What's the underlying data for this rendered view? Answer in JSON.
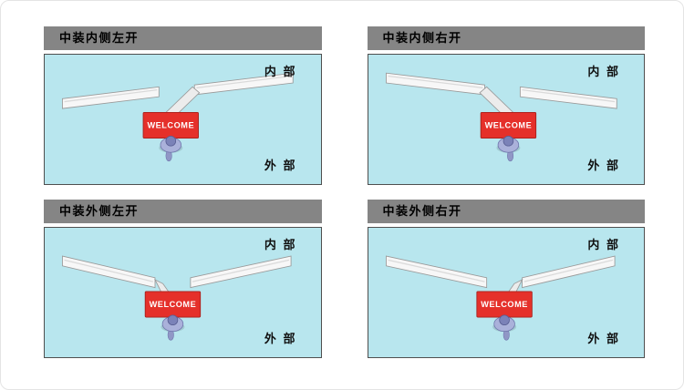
{
  "app": {
    "background": "#ffffff",
    "frame_border_color": "#e4e4e4"
  },
  "colors": {
    "header_bg": "#858585",
    "header_text": "#000000",
    "diagram_bg": "#b8e6ee",
    "diagram_border": "#4f4f4f",
    "door_fill": "#f7f7f7",
    "door_edge": "#9a9a9a",
    "mat_fill": "#e5302a",
    "mat_text_color": "#ffffff",
    "person_body": "#aab1da",
    "person_head": "#7b82b8"
  },
  "panels": [
    {
      "title": "中装内侧左开",
      "inner_label": "内 部",
      "outer_label": "外 部",
      "mat_text": "WELCOME",
      "variant": "inner-left"
    },
    {
      "title": "中装内侧右开",
      "inner_label": "内 部",
      "outer_label": "外 部",
      "mat_text": "WELCOME",
      "variant": "inner-right"
    },
    {
      "title": "中装外侧左开",
      "inner_label": "内 部",
      "outer_label": "外 部",
      "mat_text": "WELCOME",
      "variant": "outer-left"
    },
    {
      "title": "中装外侧右开",
      "inner_label": "内 部",
      "outer_label": "外 部",
      "mat_text": "WELCOME",
      "variant": "outer-right"
    }
  ]
}
